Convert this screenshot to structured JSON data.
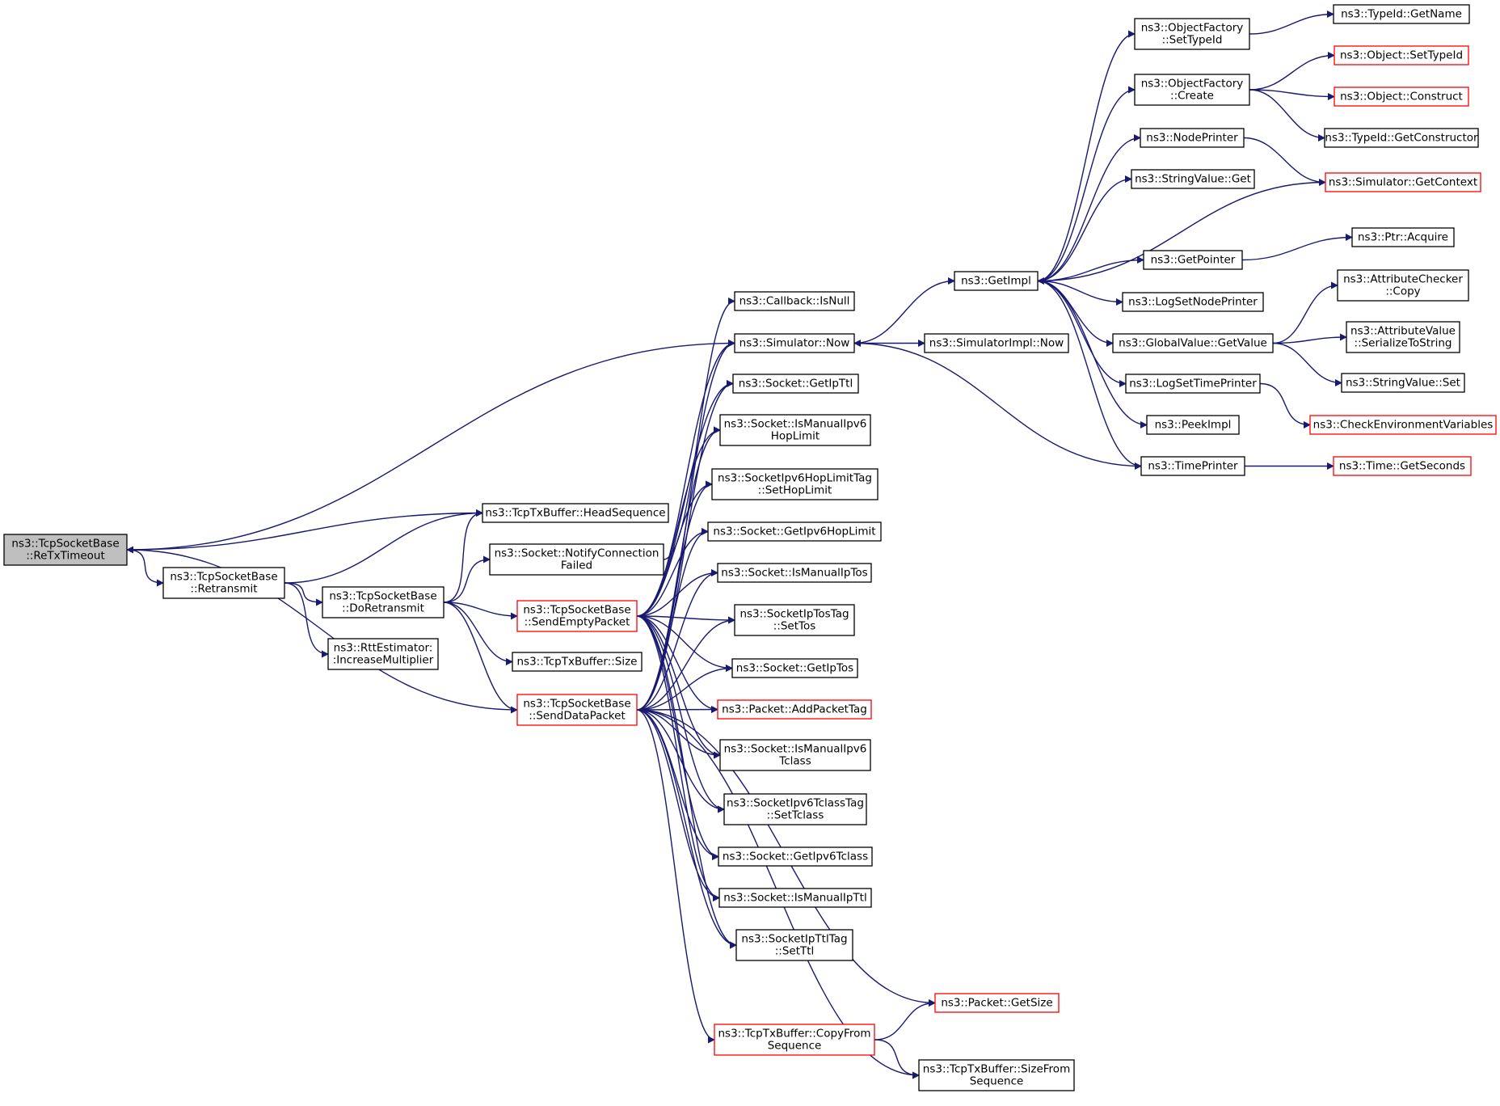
{
  "colors": {
    "edge": "#191970",
    "node_border_default": "#000000",
    "node_border_truncated": "#ff0000",
    "node_fill_root": "#bfbfbf",
    "node_fill": "#ffffff"
  },
  "nodes": [
    {
      "id": "retx",
      "lines": [
        "ns3::TcpSocketBase",
        "::ReTxTimeout"
      ],
      "style": "root"
    },
    {
      "id": "retransmit",
      "lines": [
        "ns3::TcpSocketBase",
        "::Retransmit"
      ],
      "style": "normal"
    },
    {
      "id": "doretransmit",
      "lines": [
        "ns3::TcpSocketBase",
        "::DoRetransmit"
      ],
      "style": "normal"
    },
    {
      "id": "rttinc",
      "lines": [
        "ns3::RttEstimator:",
        ":IncreaseMultiplier"
      ],
      "style": "normal"
    },
    {
      "id": "headseq",
      "lines": [
        "ns3::TcpTxBuffer::HeadSequence"
      ],
      "style": "normal"
    },
    {
      "id": "notifyfail",
      "lines": [
        "ns3::Socket::NotifyConnection",
        "Failed"
      ],
      "style": "normal"
    },
    {
      "id": "sendempty",
      "lines": [
        "ns3::TcpSocketBase",
        "::SendEmptyPacket"
      ],
      "style": "truncated"
    },
    {
      "id": "txsize",
      "lines": [
        "ns3::TcpTxBuffer::Size"
      ],
      "style": "normal"
    },
    {
      "id": "senddata",
      "lines": [
        "ns3::TcpSocketBase",
        "::SendDataPacket"
      ],
      "style": "truncated"
    },
    {
      "id": "isnull",
      "lines": [
        "ns3::Callback::IsNull"
      ],
      "style": "normal"
    },
    {
      "id": "simnow",
      "lines": [
        "ns3::Simulator::Now"
      ],
      "style": "normal"
    },
    {
      "id": "getipttl",
      "lines": [
        "ns3::Socket::GetIpTtl"
      ],
      "style": "normal"
    },
    {
      "id": "ismanhop",
      "lines": [
        "ns3::Socket::IsManualIpv6",
        "HopLimit"
      ],
      "style": "normal"
    },
    {
      "id": "sethoplimit",
      "lines": [
        "ns3::SocketIpv6HopLimitTag",
        "::SetHopLimit"
      ],
      "style": "normal"
    },
    {
      "id": "gethoplimit",
      "lines": [
        "ns3::Socket::GetIpv6HopLimit"
      ],
      "style": "normal"
    },
    {
      "id": "ismaniptos",
      "lines": [
        "ns3::Socket::IsManualIpTos"
      ],
      "style": "normal"
    },
    {
      "id": "settos",
      "lines": [
        "ns3::SocketIpTosTag",
        "::SetTos"
      ],
      "style": "normal"
    },
    {
      "id": "getiptos",
      "lines": [
        "ns3::Socket::GetIpTos"
      ],
      "style": "normal"
    },
    {
      "id": "addtag",
      "lines": [
        "ns3::Packet::AddPacketTag"
      ],
      "style": "truncated"
    },
    {
      "id": "ismantclass",
      "lines": [
        "ns3::Socket::IsManualIpv6",
        "Tclass"
      ],
      "style": "normal"
    },
    {
      "id": "settclass",
      "lines": [
        "ns3::SocketIpv6TclassTag",
        "::SetTclass"
      ],
      "style": "normal"
    },
    {
      "id": "gettclass",
      "lines": [
        "ns3::Socket::GetIpv6Tclass"
      ],
      "style": "normal"
    },
    {
      "id": "ismanipttl",
      "lines": [
        "ns3::Socket::IsManualIpTtl"
      ],
      "style": "normal"
    },
    {
      "id": "setttl",
      "lines": [
        "ns3::SocketIpTtlTag",
        "::SetTtl"
      ],
      "style": "normal"
    },
    {
      "id": "getsize",
      "lines": [
        "ns3::Packet::GetSize"
      ],
      "style": "truncated"
    },
    {
      "id": "copyfrom",
      "lines": [
        "ns3::TcpTxBuffer::CopyFrom",
        "Sequence"
      ],
      "style": "truncated"
    },
    {
      "id": "sizefrom",
      "lines": [
        "ns3::TcpTxBuffer::SizeFrom",
        "Sequence"
      ],
      "style": "normal"
    },
    {
      "id": "simimplnow",
      "lines": [
        "ns3::SimulatorImpl::Now"
      ],
      "style": "normal"
    },
    {
      "id": "getimpl",
      "lines": [
        "ns3::GetImpl"
      ],
      "style": "normal"
    },
    {
      "id": "setypeid",
      "lines": [
        "ns3::ObjectFactory",
        "::SetTypeId"
      ],
      "style": "normal"
    },
    {
      "id": "create",
      "lines": [
        "ns3::ObjectFactory",
        "::Create"
      ],
      "style": "normal"
    },
    {
      "id": "nodeprinter",
      "lines": [
        "ns3::NodePrinter"
      ],
      "style": "normal"
    },
    {
      "id": "strget",
      "lines": [
        "ns3::StringValue::Get"
      ],
      "style": "normal"
    },
    {
      "id": "getpointer",
      "lines": [
        "ns3::GetPointer"
      ],
      "style": "normal"
    },
    {
      "id": "logsetnode",
      "lines": [
        "ns3::LogSetNodePrinter"
      ],
      "style": "normal"
    },
    {
      "id": "gvget",
      "lines": [
        "ns3::GlobalValue::GetValue"
      ],
      "style": "normal"
    },
    {
      "id": "logsettime",
      "lines": [
        "ns3::LogSetTimePrinter"
      ],
      "style": "normal"
    },
    {
      "id": "peekimpl",
      "lines": [
        "ns3::PeekImpl"
      ],
      "style": "normal"
    },
    {
      "id": "timeprinter",
      "lines": [
        "ns3::TimePrinter"
      ],
      "style": "normal"
    },
    {
      "id": "tidgetname",
      "lines": [
        "ns3::TypeId::GetName"
      ],
      "style": "normal"
    },
    {
      "id": "objsettid",
      "lines": [
        "ns3::Object::SetTypeId"
      ],
      "style": "truncated"
    },
    {
      "id": "objconstruct",
      "lines": [
        "ns3::Object::Construct"
      ],
      "style": "truncated"
    },
    {
      "id": "tidgetctor",
      "lines": [
        "ns3::TypeId::GetConstructor"
      ],
      "style": "normal"
    },
    {
      "id": "simgetctx",
      "lines": [
        "ns3::Simulator::GetContext"
      ],
      "style": "truncated"
    },
    {
      "id": "ptracquire",
      "lines": [
        "ns3::Ptr::Acquire"
      ],
      "style": "normal"
    },
    {
      "id": "acheck",
      "lines": [
        "ns3::AttributeChecker",
        "::Copy"
      ],
      "style": "normal"
    },
    {
      "id": "aserial",
      "lines": [
        "ns3::AttributeValue",
        "::SerializeToString"
      ],
      "style": "normal"
    },
    {
      "id": "strset",
      "lines": [
        "ns3::StringValue::Set"
      ],
      "style": "normal"
    },
    {
      "id": "checkenv",
      "lines": [
        "ns3::CheckEnvironmentVariables"
      ],
      "style": "truncated"
    },
    {
      "id": "getseconds",
      "lines": [
        "ns3::Time::GetSeconds"
      ],
      "style": "truncated"
    }
  ],
  "edges": [
    {
      "from": "retx",
      "to": "simnow"
    },
    {
      "from": "retx",
      "to": "headseq"
    },
    {
      "from": "retx",
      "to": "retransmit"
    },
    {
      "from": "senddata",
      "to": "retx"
    },
    {
      "from": "retransmit",
      "to": "headseq"
    },
    {
      "from": "retransmit",
      "to": "doretransmit"
    },
    {
      "from": "retransmit",
      "to": "rttinc"
    },
    {
      "from": "doretransmit",
      "to": "headseq"
    },
    {
      "from": "doretransmit",
      "to": "notifyfail"
    },
    {
      "from": "doretransmit",
      "to": "sendempty"
    },
    {
      "from": "doretransmit",
      "to": "txsize"
    },
    {
      "from": "doretransmit",
      "to": "senddata"
    },
    {
      "from": "notifyfail",
      "to": "isnull"
    },
    {
      "from": "sendempty",
      "to": "simnow"
    },
    {
      "from": "sendempty",
      "to": "getipttl"
    },
    {
      "from": "sendempty",
      "to": "ismanhop"
    },
    {
      "from": "sendempty",
      "to": "sethoplimit"
    },
    {
      "from": "sendempty",
      "to": "gethoplimit"
    },
    {
      "from": "sendempty",
      "to": "ismaniptos"
    },
    {
      "from": "sendempty",
      "to": "settos"
    },
    {
      "from": "sendempty",
      "to": "getiptos"
    },
    {
      "from": "sendempty",
      "to": "addtag"
    },
    {
      "from": "sendempty",
      "to": "ismantclass"
    },
    {
      "from": "sendempty",
      "to": "settclass"
    },
    {
      "from": "sendempty",
      "to": "gettclass"
    },
    {
      "from": "sendempty",
      "to": "ismanipttl"
    },
    {
      "from": "sendempty",
      "to": "setttl"
    },
    {
      "from": "senddata",
      "to": "simnow"
    },
    {
      "from": "senddata",
      "to": "getipttl"
    },
    {
      "from": "senddata",
      "to": "ismanhop"
    },
    {
      "from": "senddata",
      "to": "sethoplimit"
    },
    {
      "from": "senddata",
      "to": "gethoplimit"
    },
    {
      "from": "senddata",
      "to": "ismaniptos"
    },
    {
      "from": "senddata",
      "to": "settos"
    },
    {
      "from": "senddata",
      "to": "getiptos"
    },
    {
      "from": "senddata",
      "to": "addtag"
    },
    {
      "from": "senddata",
      "to": "ismantclass"
    },
    {
      "from": "senddata",
      "to": "settclass"
    },
    {
      "from": "senddata",
      "to": "gettclass"
    },
    {
      "from": "senddata",
      "to": "ismanipttl"
    },
    {
      "from": "senddata",
      "to": "setttl"
    },
    {
      "from": "senddata",
      "to": "getsize"
    },
    {
      "from": "senddata",
      "to": "copyfrom"
    },
    {
      "from": "senddata",
      "to": "sizefrom"
    },
    {
      "from": "copyfrom",
      "to": "getsize"
    },
    {
      "from": "copyfrom",
      "to": "sizefrom"
    },
    {
      "from": "simnow",
      "to": "getimpl"
    },
    {
      "from": "simnow",
      "to": "simimplnow"
    },
    {
      "from": "timeprinter",
      "to": "simnow"
    },
    {
      "from": "getimpl",
      "to": "setypeid"
    },
    {
      "from": "getimpl",
      "to": "create"
    },
    {
      "from": "getimpl",
      "to": "nodeprinter"
    },
    {
      "from": "getimpl",
      "to": "strget"
    },
    {
      "from": "getimpl",
      "to": "getpointer"
    },
    {
      "from": "getimpl",
      "to": "logsetnode"
    },
    {
      "from": "getimpl",
      "to": "gvget"
    },
    {
      "from": "getimpl",
      "to": "logsettime"
    },
    {
      "from": "getimpl",
      "to": "peekimpl"
    },
    {
      "from": "getimpl",
      "to": "timeprinter"
    },
    {
      "from": "simgetctx",
      "to": "getimpl"
    },
    {
      "from": "setypeid",
      "to": "tidgetname"
    },
    {
      "from": "create",
      "to": "objsettid"
    },
    {
      "from": "create",
      "to": "objconstruct"
    },
    {
      "from": "create",
      "to": "tidgetctor"
    },
    {
      "from": "nodeprinter",
      "to": "simgetctx"
    },
    {
      "from": "getpointer",
      "to": "ptracquire"
    },
    {
      "from": "gvget",
      "to": "acheck"
    },
    {
      "from": "gvget",
      "to": "aserial"
    },
    {
      "from": "gvget",
      "to": "strset"
    },
    {
      "from": "logsettime",
      "to": "checkenv"
    },
    {
      "from": "timeprinter",
      "to": "getseconds"
    }
  ]
}
